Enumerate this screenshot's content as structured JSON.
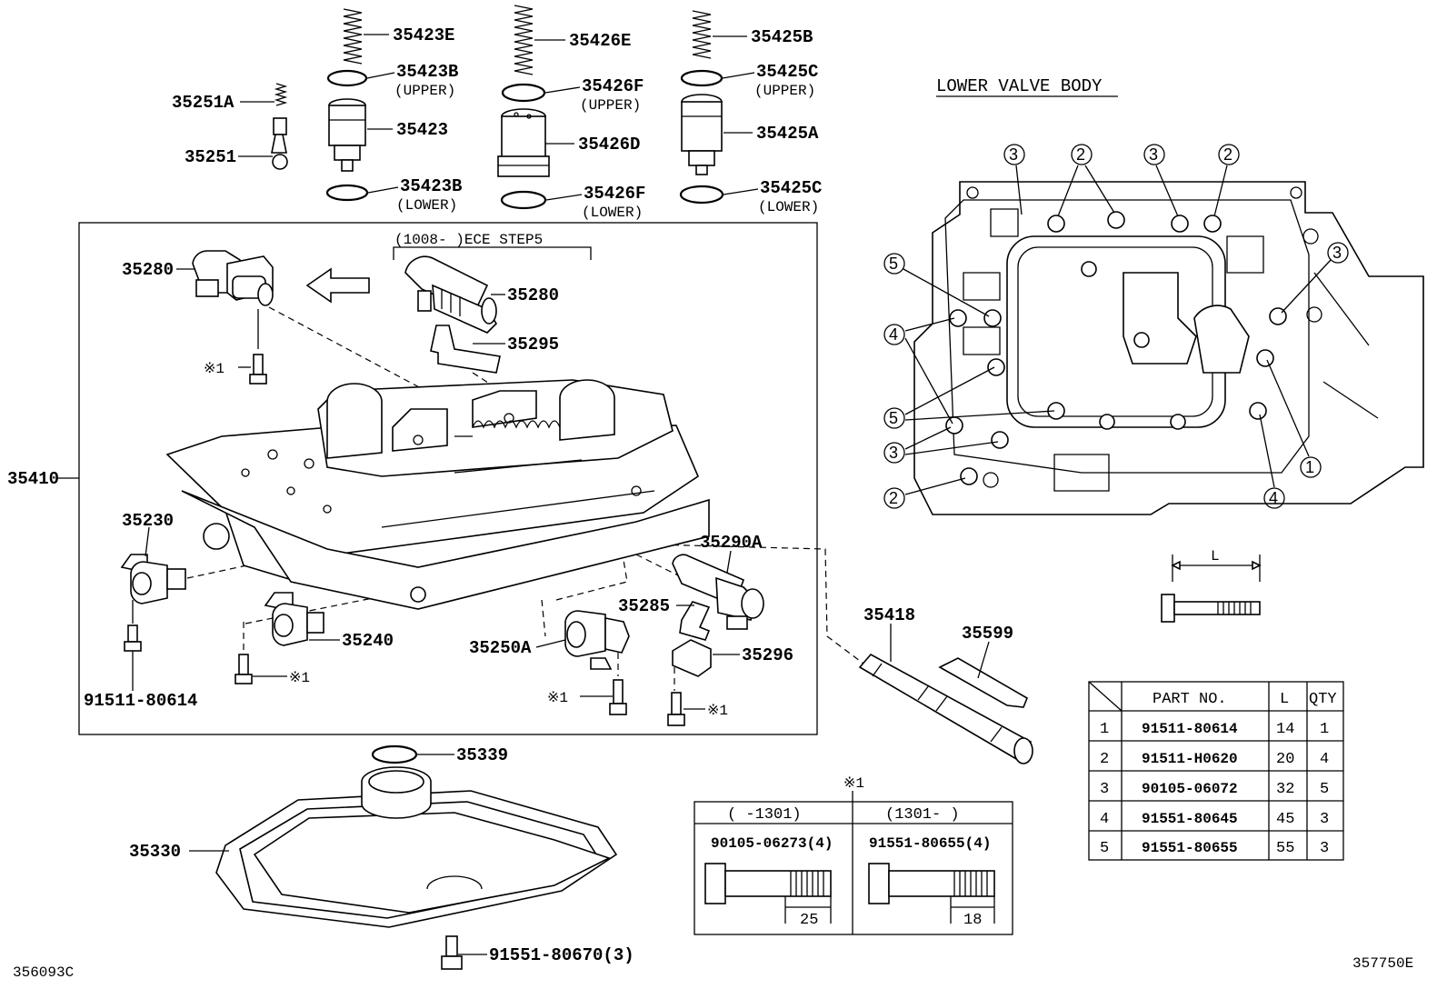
{
  "callouts": {
    "c35423E": "35423E",
    "c35426E": "35426E",
    "c35425B": "35425B",
    "c35423B_upper": "35423B",
    "c35423B_upper_note": "(UPPER)",
    "c35426F_upper": "35426F",
    "c35426F_upper_note": "(UPPER)",
    "c35425C_upper": "35425C",
    "c35425C_upper_note": "(UPPER)",
    "c35251A": "35251A",
    "c35251": "35251",
    "c35423": "35423",
    "c35426D": "35426D",
    "c35425A": "35425A",
    "c35423B_lower": "35423B",
    "c35423B_lower_note": "(LOWER)",
    "c35426F_lower": "35426F",
    "c35426F_lower_note": "(LOWER)",
    "c35425C_lower": "35425C",
    "c35425C_lower_note": "(LOWER)",
    "bracket_note": "(1008-      )ECE STEP5",
    "c35280_left": "35280",
    "c35280_right": "35280",
    "c35295": "35295",
    "mark_1_a": "※1",
    "mark_1_b": "※1",
    "mark_1_c": "※1",
    "mark_1_d": "※1",
    "c35410": "35410",
    "c35230": "35230",
    "c35290A": "35290A",
    "c35285": "35285",
    "c35240": "35240",
    "c35250A": "35250A",
    "c35296": "35296",
    "c91511_80614": "91511-80614",
    "c35339": "35339",
    "c35330": "35330",
    "c91551_80670": "91551-80670(3)",
    "c35418": "35418",
    "c35599": "35599"
  },
  "lower_valve_body": {
    "title": "LOWER VALVE BODY",
    "circle_numbers": [
      "3",
      "2",
      "3",
      "2",
      "3",
      "5",
      "4",
      "5",
      "3",
      "2",
      "1",
      "4"
    ]
  },
  "bolt_dimension_label": "L",
  "bolt_table": {
    "headers": [
      "",
      "PART NO.",
      "L",
      "QTY"
    ],
    "rows": [
      [
        "1",
        "91511-80614",
        "14",
        "1"
      ],
      [
        "2",
        "91511-H0620",
        "20",
        "4"
      ],
      [
        "3",
        "90105-06072",
        "32",
        "5"
      ],
      [
        "4",
        "91551-80645",
        "45",
        "3"
      ],
      [
        "5",
        "91551-80655",
        "55",
        "3"
      ]
    ]
  },
  "note_box": {
    "mark": "※1",
    "left_header": "(    -1301)",
    "right_header": "(1301-     )",
    "left_part": "90105-06273(4)",
    "right_part": "91551-80655(4)",
    "left_dim": "25",
    "right_dim": "18"
  },
  "footer": {
    "left_code": "356093C",
    "right_code": "357750E"
  }
}
